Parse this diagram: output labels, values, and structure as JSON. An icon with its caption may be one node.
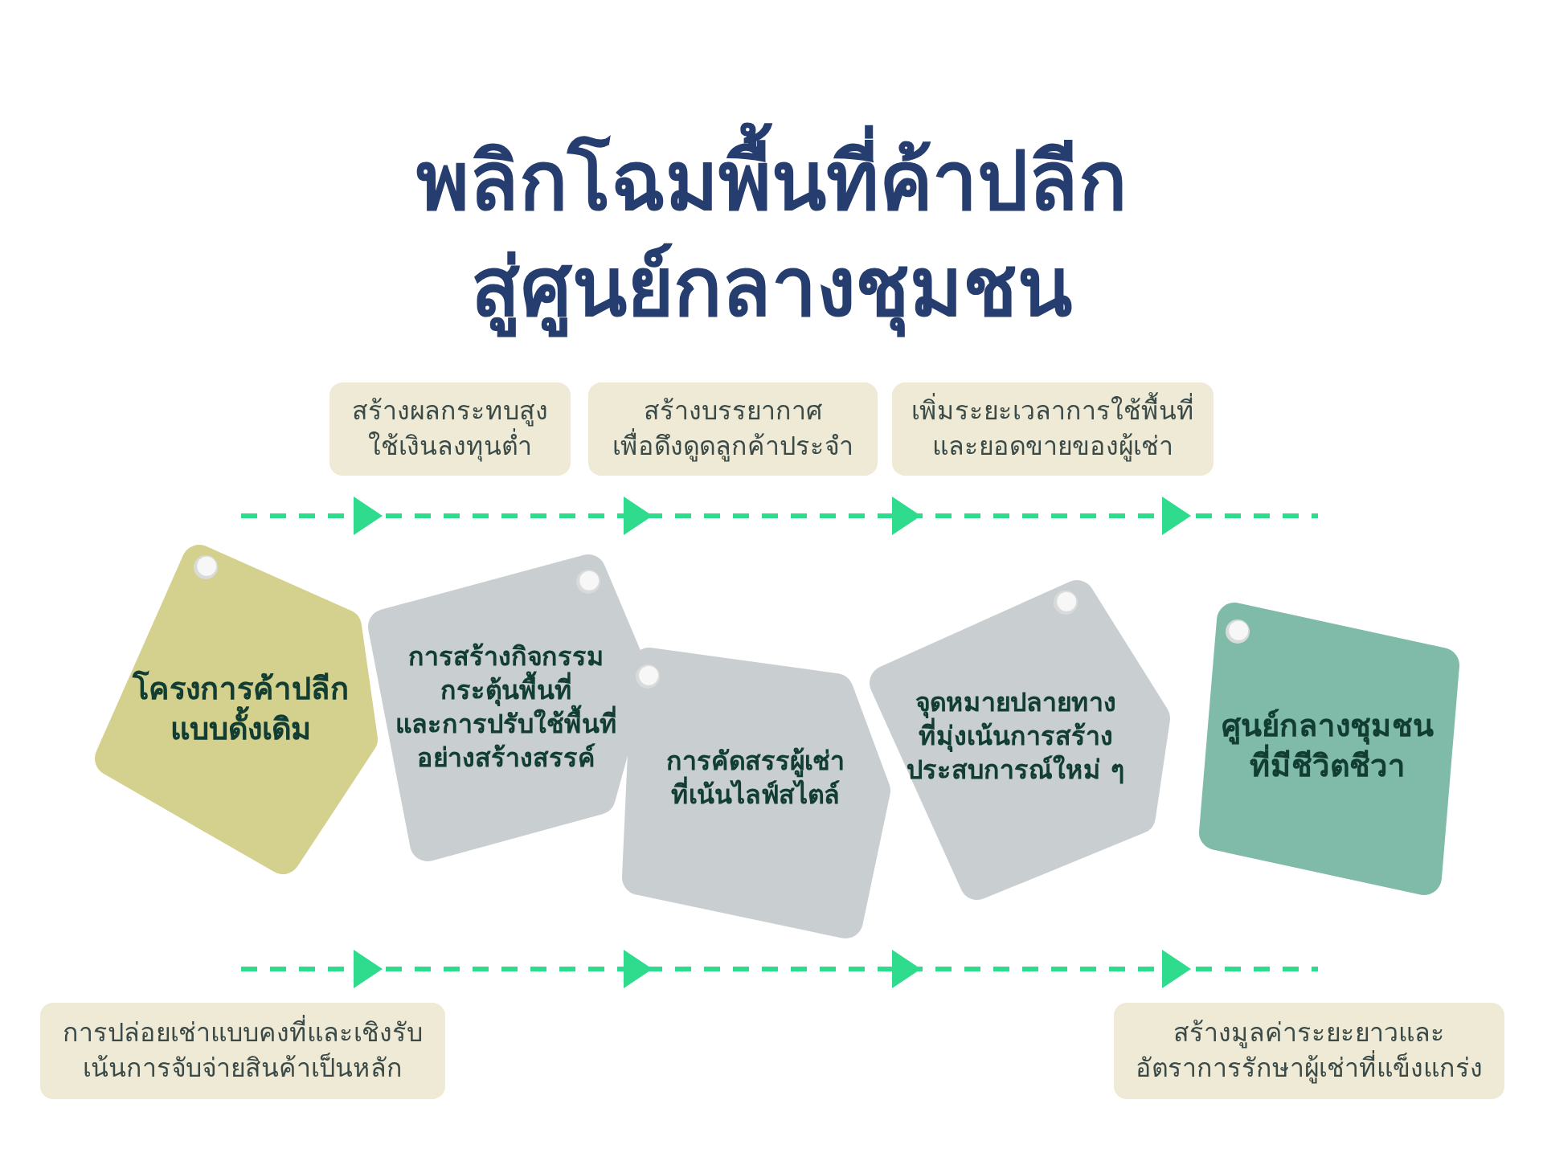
{
  "diagram": {
    "title": "พลิกโฉมพื้นที่ค้าปลีกสู่ศูนย์กลางชุมชน",
    "nodes": [
      {
        "text": [
          "สร้างผลกระทบสูงใช้เงินลงทุนต่ำ"
        ]
      },
      {
        "text": [
          "สร้างบรรยากาศเพื่อดึงดูดลูกค้าประจำ"
        ]
      },
      {
        "text": [
          "เพิ่มระยะเวลาการใช้พื้นที่และยอดขายของผู้เช่า"
        ]
      },
      {
        "text": [
          "โครงการค้าปลีกแบบดั้งเดิม"
        ]
      },
      {
        "text": [
          "การสร้างกิจกรรมกระตุ้นพื้นที่และการปรับใช้พื้นที่อย่างสร้างสรรค์"
        ]
      },
      {
        "text": [
          "การคัดสรรผู้เช่าที่เน้นไลฟ์สไตล์"
        ]
      },
      {
        "text": [
          "จุดหมายปลายทางที่มุ่งเน้นการสร้างประสบการณ์ใหม่ ๆ"
        ]
      },
      {
        "text": [
          "ศูนย์กลางชุมชนที่มีชีวิตชีวา"
        ]
      },
      {
        "text": [
          "การปล่อยเช่าแบบคงที่และเชิงรับเน้นการจับจ่ายสินค้าเป็นหลัก"
        ]
      },
      {
        "text": [
          "สร้างมูลค่าระยะยาวและอัตราการรักษาผู้เช่าที่แข็งแกร่ง"
        ]
      }
    ]
  }
}
